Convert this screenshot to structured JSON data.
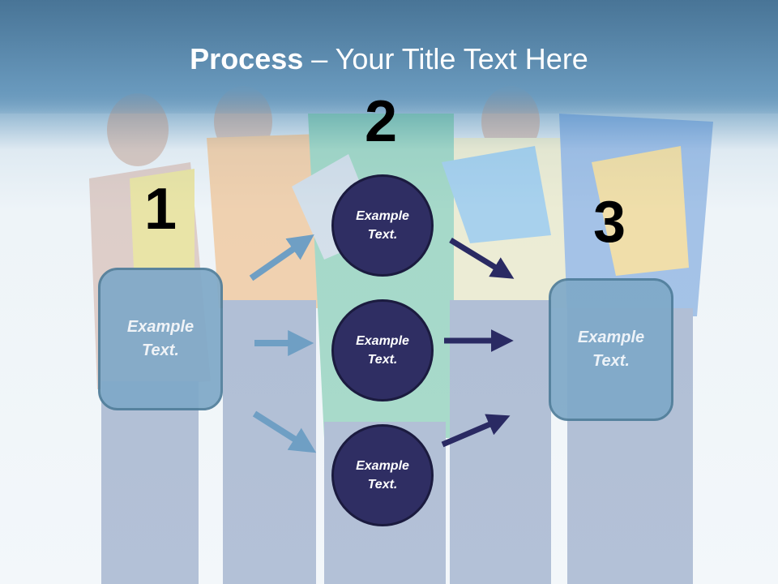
{
  "title": {
    "bold": "Process",
    "rest": " – Your Title Text Here"
  },
  "steps": [
    {
      "number": "1"
    },
    {
      "number": "2"
    },
    {
      "number": "3"
    }
  ],
  "left_box": {
    "line1": "Example",
    "line2": "Text."
  },
  "right_box": {
    "line1": "Example",
    "line2": "Text."
  },
  "circles": [
    {
      "line1": "Example",
      "line2": "Text."
    },
    {
      "line1": "Example",
      "line2": "Text."
    },
    {
      "line1": "Example",
      "line2": "Text."
    }
  ],
  "colors": {
    "box_fill": "#7fa9c8",
    "circle_fill": "#2f2e63",
    "light_arrow": "#6f9fc4",
    "dark_arrow": "#2a2a63",
    "header": "#5e8fb3"
  }
}
